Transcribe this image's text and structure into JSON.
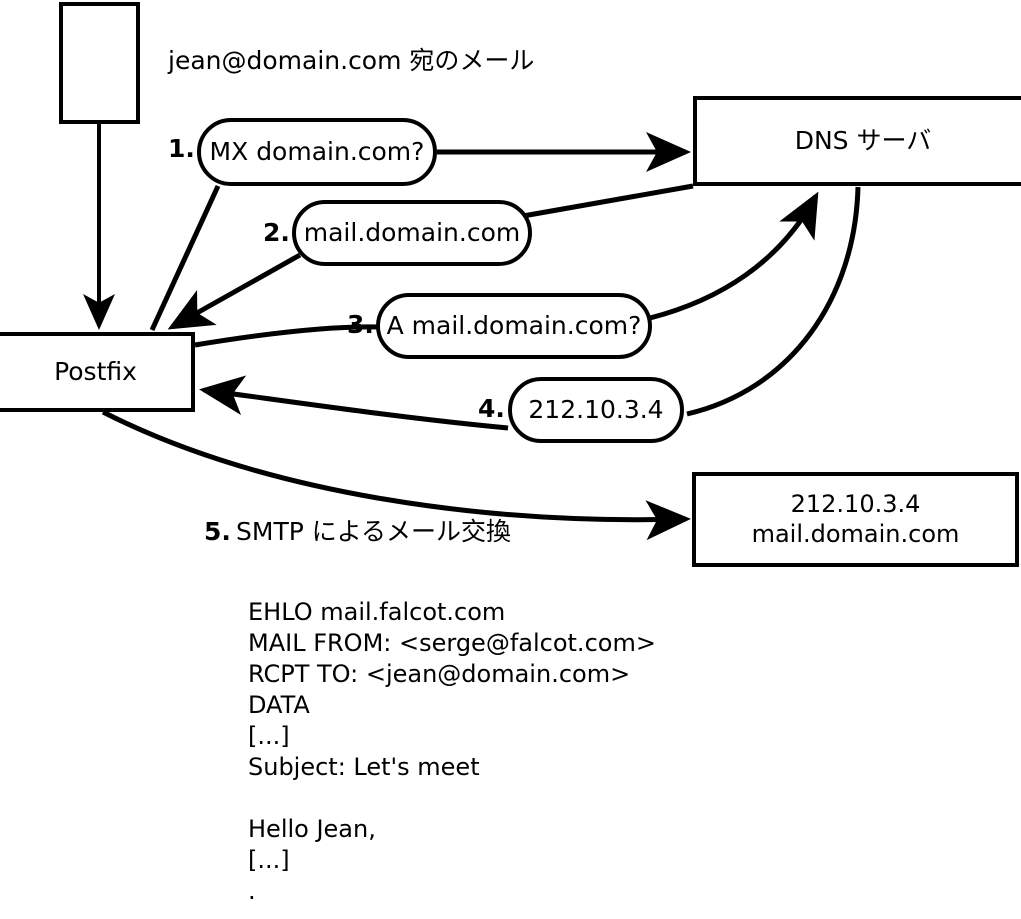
{
  "diagram": {
    "title_text": "jean@domain.com 宛のメール",
    "nodes": {
      "client": {
        "label": ""
      },
      "postfix": {
        "label": "Postfix"
      },
      "dns_server": {
        "label": "DNS サーバ"
      },
      "target_host": {
        "line1": "212.10.3.4",
        "line2": "mail.domain.com"
      }
    },
    "steps": [
      {
        "number": "1.",
        "label": "MX domain.com?"
      },
      {
        "number": "2.",
        "label": "mail.domain.com"
      },
      {
        "number": "3.",
        "label": "A mail.domain.com?"
      },
      {
        "number": "4.",
        "label": "212.10.3.4"
      },
      {
        "number": "5.",
        "label": "SMTP によるメール交換"
      }
    ],
    "smtp_transcript": [
      "EHLO mail.falcot.com",
      "MAIL FROM: <serge@falcot.com>",
      "RCPT TO: <jean@domain.com>",
      "DATA",
      "[...]",
      "Subject: Let's meet",
      "",
      "Hello Jean,",
      "[...]",
      "."
    ],
    "colors": {
      "stroke": "#000000",
      "fill": "#ffffff"
    }
  }
}
